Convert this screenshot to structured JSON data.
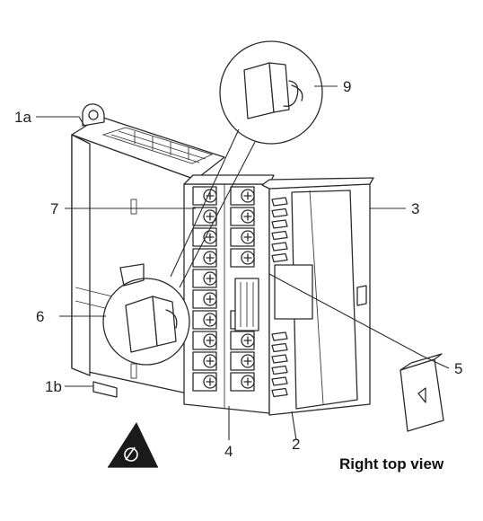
{
  "diagram": {
    "callouts": {
      "c1a": "1a",
      "c1b": "1b",
      "c2": "2",
      "c3": "3",
      "c4": "4",
      "c5": "5",
      "c6": "6",
      "c7": "7",
      "c9": "9"
    },
    "caption": "Right top view",
    "terminal_rows": 10
  }
}
